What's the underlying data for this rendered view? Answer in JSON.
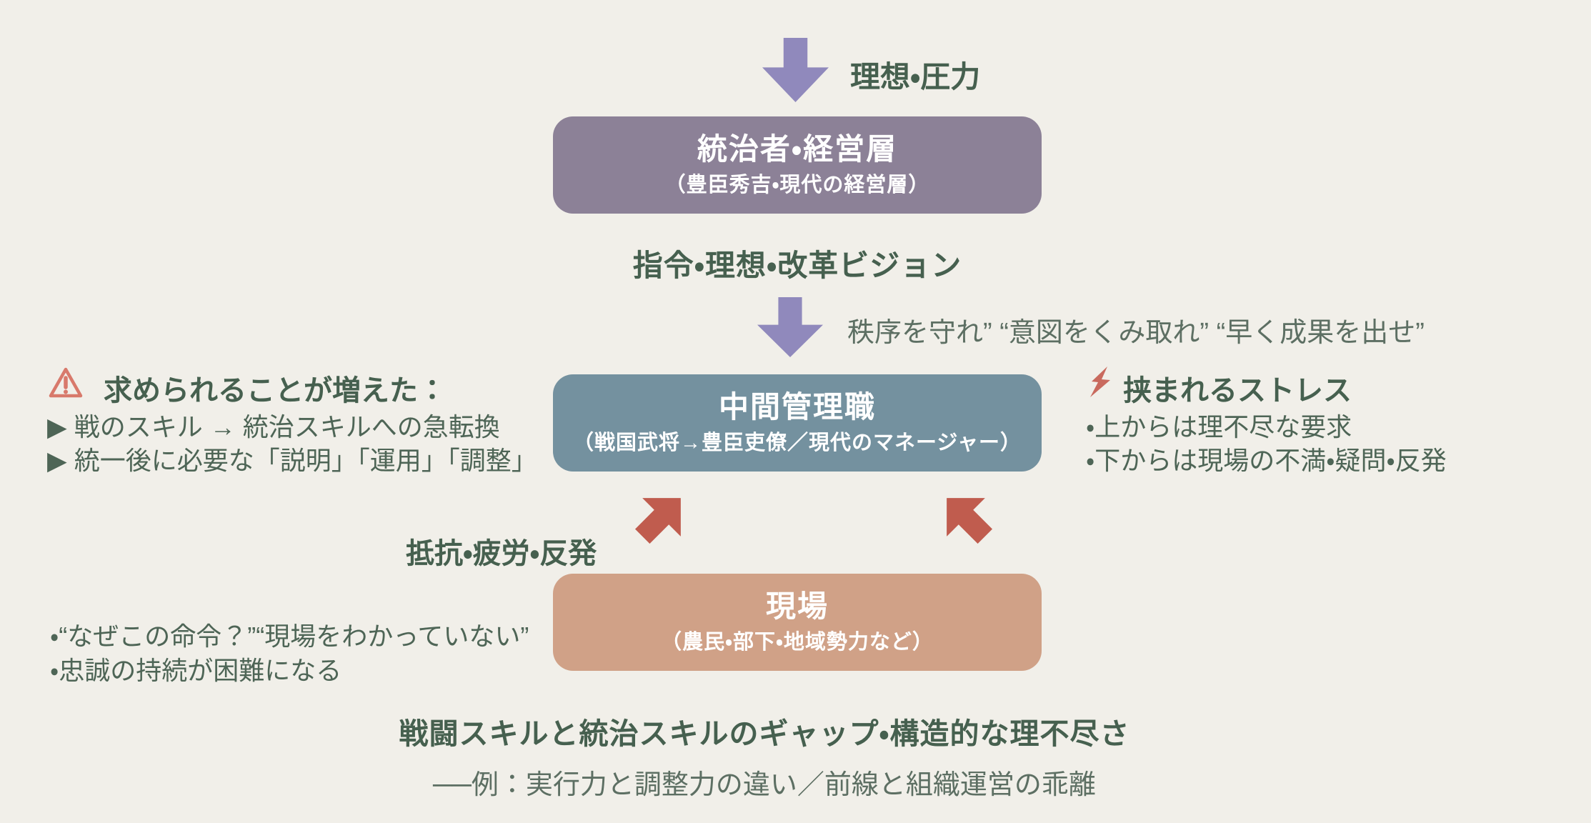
{
  "colors": {
    "background": "#f1efe9",
    "purple_arrow": "#9089bc",
    "rulers_box": "#8c8197",
    "middle_box": "#74919f",
    "field_box": "#d0a187",
    "red_arrow": "#c05c4e",
    "heading_green": "#46604f",
    "body_green": "#5d6f63",
    "warning_red": "#d8796b"
  },
  "top_flow": {
    "arrow_label": "理想・圧力"
  },
  "boxes": {
    "rulers": {
      "title": "統治者・経営層",
      "subtitle": "（豊臣秀吉・現代の経営層）"
    },
    "middle": {
      "title": "中間管理職",
      "subtitle": "（戦国武将→豊臣吏僚／現代のマネージャー）"
    },
    "field": {
      "title": "現場",
      "subtitle": "（農民・部下・地域勢力など）"
    }
  },
  "flow_labels": {
    "directive": "指令・理想・改革ビジョン",
    "pressure_quotes": "秩序を守れ” “意図をくみ取れ” “早く成果を出せ”",
    "resistance": "抵抗・疲労・反発"
  },
  "left_panel": {
    "icon": "warning-triangle",
    "heading": "求められることが増えた：",
    "items": [
      "▶ 戦のスキル → 統治スキルへの急転換",
      "▶ 統一後に必要な「説明」「運用」「調整」"
    ]
  },
  "right_panel": {
    "icon": "lightning-bolt",
    "heading": "挟まれるストレス",
    "items": [
      "・上からは理不尽な要求",
      "・下からは現場の不満・疑問・反発"
    ]
  },
  "field_notes": {
    "items": [
      "・“なぜこの命令？”“現場をわかっていない”",
      "・忠誠の持続が困難になる"
    ]
  },
  "footer": {
    "heading": "戦闘スキルと統治スキルのギャップ・構造的な理不尽さ",
    "subtext": "──例：実行力と調整力の違い／前線と組織運営の乖離"
  }
}
